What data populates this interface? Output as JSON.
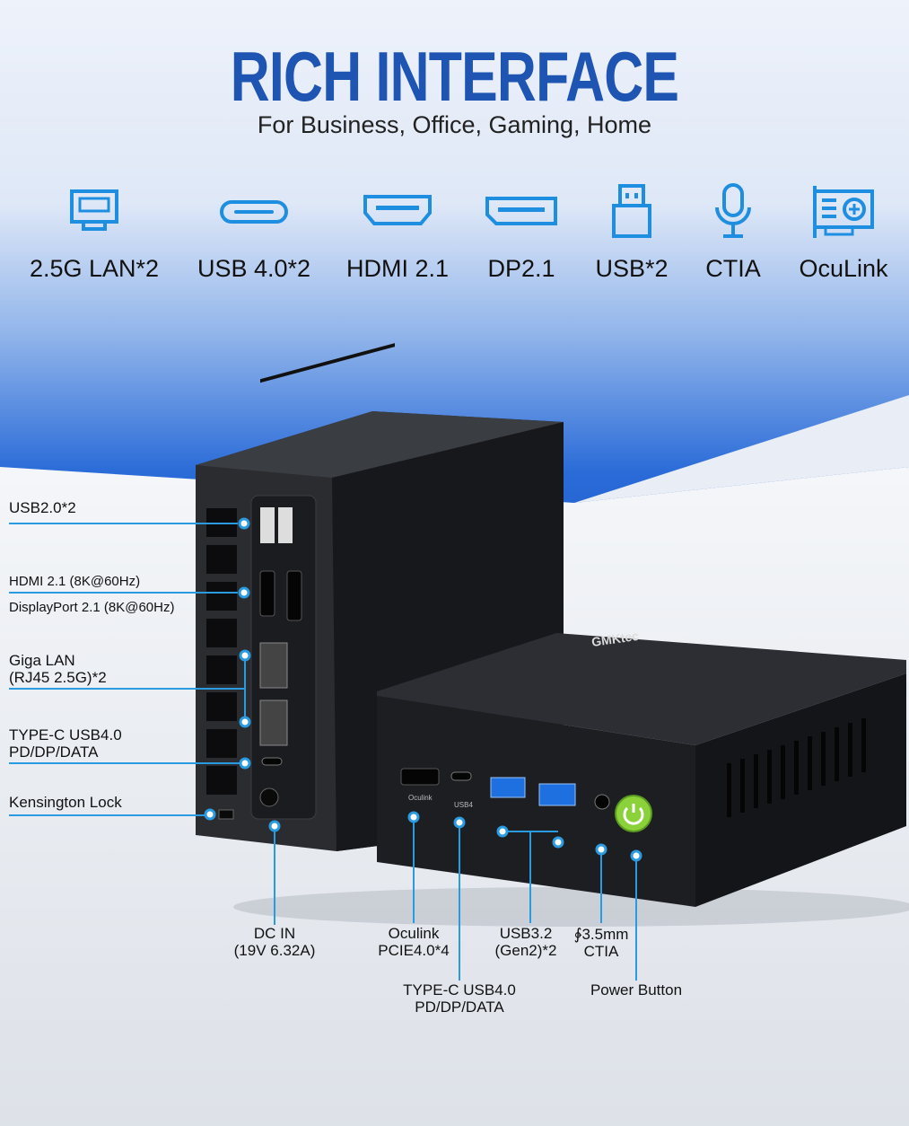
{
  "header": {
    "title": "RICH INTERFACE",
    "subtitle": "For Business, Office, Gaming, Home"
  },
  "features": [
    {
      "icon": "ethernet-port-icon",
      "label": "2.5G LAN*2"
    },
    {
      "icon": "usb-c-port-icon",
      "label": "USB 4.0*2"
    },
    {
      "icon": "hdmi-port-icon",
      "label": "HDMI 2.1"
    },
    {
      "icon": "displayport-icon",
      "label": "DP2.1"
    },
    {
      "icon": "usb-a-plug-icon",
      "label": "USB*2"
    },
    {
      "icon": "microphone-icon",
      "label": "CTIA"
    },
    {
      "icon": "graphics-card-icon",
      "label": "OcuLink"
    }
  ],
  "rear_callouts": [
    {
      "label": "USB2.0*2"
    },
    {
      "label": "HDMI 2.1 (8K@60Hz)"
    },
    {
      "label": "DisplayPort 2.1 (8K@60Hz)"
    },
    {
      "label": "Giga LAN\n(RJ45 2.5G)*2"
    },
    {
      "label": "TYPE-C USB4.0\nPD/DP/DATA"
    },
    {
      "label": "Kensington Lock"
    }
  ],
  "front_callouts": [
    {
      "label": "DC IN\n(19V 6.32A)"
    },
    {
      "label": "Oculink\nPCIE4.0*4"
    },
    {
      "label": "TYPE-C USB4.0\nPD/DP/DATA"
    },
    {
      "label": "USB3.2\n(Gen2)*2"
    },
    {
      "label": "∲3.5mm\nCTIA"
    },
    {
      "label": "Power Button"
    }
  ],
  "device": {
    "brand": "GMKtec",
    "port_labels": {
      "oculink": "Oculink",
      "usb4": "USB4"
    }
  },
  "colors": {
    "title": "#1e55b3",
    "icon": "#1e8fe0",
    "callout_line": "#2a9be0",
    "power": "#8ad13a"
  }
}
